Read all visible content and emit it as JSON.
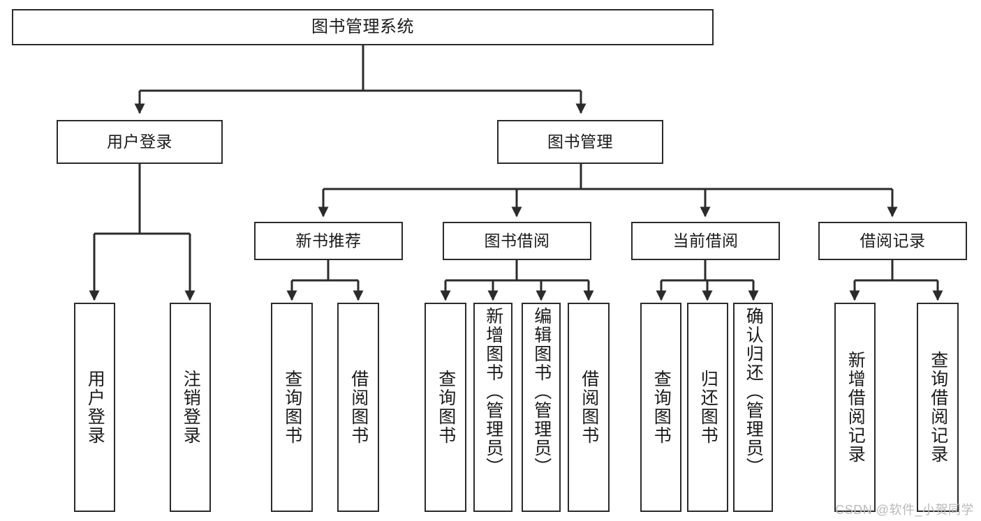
{
  "diagram": {
    "title": "图书管理系统",
    "type": "tree",
    "watermark": "CSDN @软件_小贺同学",
    "colors": {
      "stroke": "#2b2b2b",
      "fill": "#ffffff",
      "text": "#1a1a1a",
      "watermark": "#b9b9b9"
    },
    "nodes": {
      "root": {
        "label": "图书管理系统",
        "orientation": "horizontal"
      },
      "level1": [
        {
          "label": "用户登录",
          "orientation": "horizontal"
        },
        {
          "label": "图书管理",
          "orientation": "horizontal"
        }
      ],
      "level2": [
        {
          "label": "新书推荐",
          "orientation": "horizontal"
        },
        {
          "label": "图书借阅",
          "orientation": "horizontal"
        },
        {
          "label": "当前借阅",
          "orientation": "horizontal"
        },
        {
          "label": "借阅记录",
          "orientation": "horizontal"
        }
      ],
      "leaves": {
        "user_login": [
          {
            "label": "用户登录",
            "orientation": "vertical"
          },
          {
            "label": "注销登录",
            "orientation": "vertical"
          }
        ],
        "new_book_recommend": [
          {
            "label": "查询图书",
            "orientation": "vertical"
          },
          {
            "label": "借阅图书",
            "orientation": "vertical"
          }
        ],
        "book_borrow": [
          {
            "label": "查询图书",
            "orientation": "vertical"
          },
          {
            "label": "新增图书（管理员）",
            "orientation": "vertical"
          },
          {
            "label": "编辑图书（管理员）",
            "orientation": "vertical"
          },
          {
            "label": "借阅图书",
            "orientation": "vertical"
          }
        ],
        "current_borrow": [
          {
            "label": "查询图书",
            "orientation": "vertical"
          },
          {
            "label": "归还图书",
            "orientation": "vertical"
          },
          {
            "label": "确认归还（管理员）",
            "orientation": "vertical"
          }
        ],
        "borrow_record": [
          {
            "label": "新增借阅记录",
            "orientation": "vertical"
          },
          {
            "label": "查询借阅记录",
            "orientation": "vertical"
          }
        ]
      }
    }
  }
}
